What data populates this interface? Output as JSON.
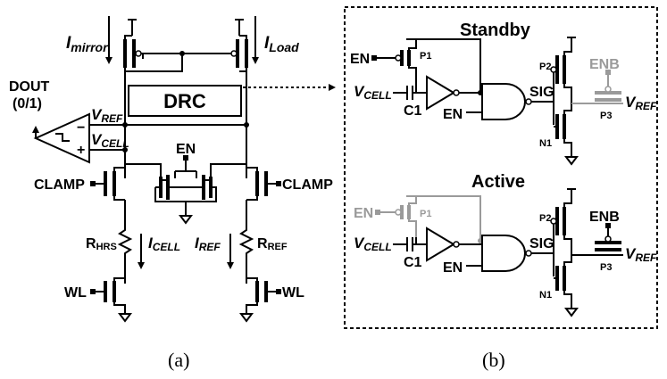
{
  "panel_a": {
    "caption": "(a)",
    "i_mirror": {
      "main": "I",
      "sub": "mirror"
    },
    "i_load": {
      "main": "I",
      "sub": "Load"
    },
    "dout_line1": "DOUT",
    "dout_line2": "(0/1)",
    "v_ref": {
      "main": "V",
      "sub": "REF"
    },
    "v_cell": {
      "main": "V",
      "sub": "CELL"
    },
    "minus": "−",
    "plus": "+",
    "drc": "DRC",
    "en": "EN",
    "clamp_left": "CLAMP",
    "clamp_right": "CLAMP",
    "r_hrs": {
      "main": "R",
      "sub": "HRS"
    },
    "r_ref": {
      "main": "R",
      "sub": "REF"
    },
    "i_cell": {
      "main": "I",
      "sub": "CELL"
    },
    "i_ref": {
      "main": "I",
      "sub": "REF"
    },
    "wl_left": "WL",
    "wl_right": "WL"
  },
  "panel_b": {
    "caption": "(b)",
    "standby": {
      "title": "Standby",
      "en_left": "EN",
      "p1": "P1",
      "v_cell": {
        "main": "V",
        "sub": "CELL"
      },
      "c1": "C1",
      "en_gate": "EN",
      "sig": "SIG",
      "p2": "P2",
      "n1": "N1",
      "enb": "ENB",
      "v_ref": {
        "main": "V",
        "sub": "REF"
      },
      "p3": "P3"
    },
    "active": {
      "title": "Active",
      "en_left": "EN",
      "p1": "P1",
      "v_cell": {
        "main": "V",
        "sub": "CELL"
      },
      "c1": "C1",
      "en_gate": "EN",
      "sig": "SIG",
      "p2": "P2",
      "n1": "N1",
      "enb": "ENB",
      "v_ref": {
        "main": "V",
        "sub": "REF"
      },
      "p3": "P3"
    }
  }
}
